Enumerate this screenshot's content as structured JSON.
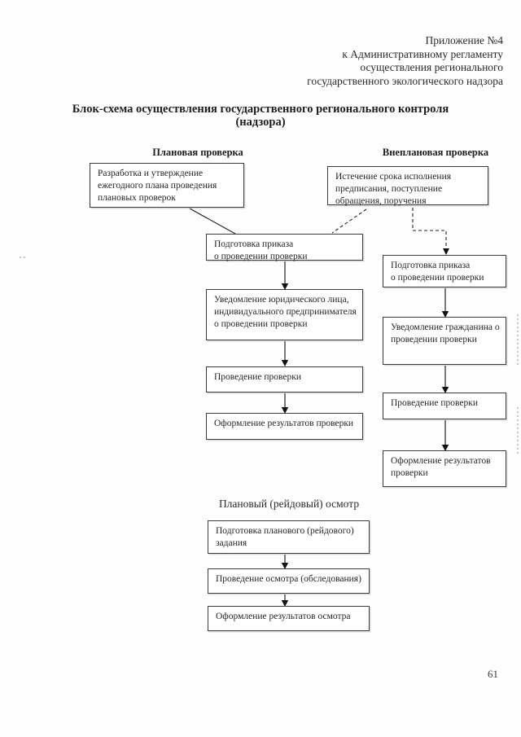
{
  "header": {
    "lines": [
      "Приложение №4",
      "к Административному регламенту",
      "осуществления регионального",
      "государственного экологического надзора"
    ]
  },
  "title": {
    "line1": "Блок-схема осуществления государственного регионального контроля",
    "line2": "(надзора)"
  },
  "flowchart": {
    "planned": {
      "header": "Плановая проверка",
      "start_box": "Разработка и утверждение\nежегодного плана проведения\nплановых проверок",
      "steps": [
        "Подготовка приказа\nо проведении проверки",
        "Уведомление юридического лица,\nиндивидуального предпринимателя\nо проведении проверки",
        "Проведение проверки",
        "Оформление результатов проверки"
      ]
    },
    "unplanned": {
      "header": "Внеплановая проверка",
      "start_box": "Истечение срока исполнения\nпредписания, поступление\nобращения, поручения",
      "steps": [
        "Подготовка приказа\nо проведении проверки",
        "Уведомление гражданина о\nпроведении проверки",
        "Проведение проверки",
        "Оформление результатов\nпроверки"
      ]
    },
    "raid": {
      "header": "Плановый (рейдовый) осмотр",
      "steps": [
        "Подготовка планового (рейдового)\nзадания",
        "Проведение осмотра (обследования)",
        "Оформление результатов осмотра"
      ]
    }
  },
  "footer": {
    "page_number": "61"
  }
}
